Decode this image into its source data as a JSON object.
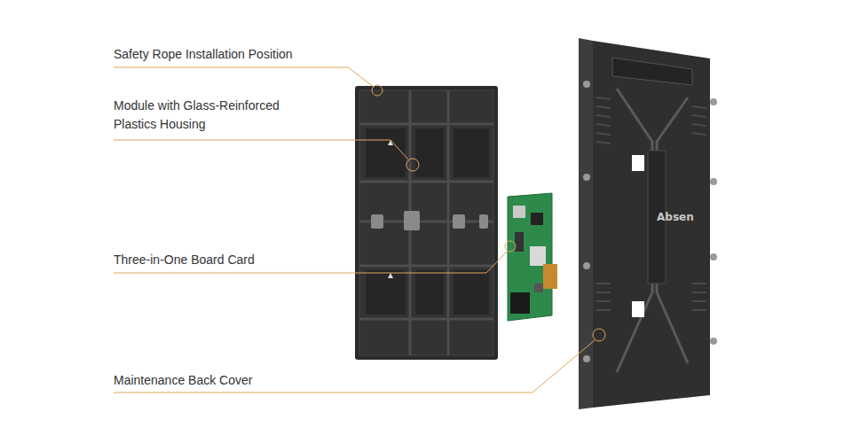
{
  "diagram": {
    "labels": [
      "Safety Rope Installation Position",
      "Module with Glass-Reinforced Plastics Housing",
      "Three-in-One Board Card",
      "Maintenance Back Cover",
      "Absen"
    ]
  }
}
